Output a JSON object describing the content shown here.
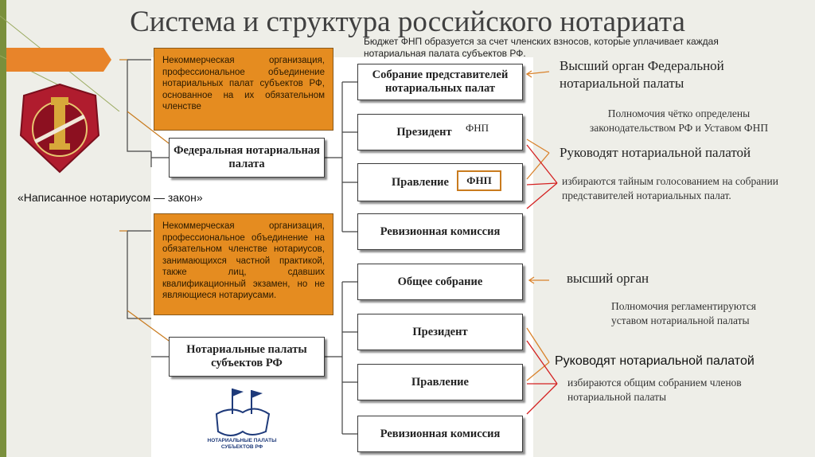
{
  "title": "Система и структура российского нотариата",
  "budget_note": "Бюджет ФНП образуется за счет членских взносов, которые уплачивает каждая нотариальная палата субъектов РФ.",
  "quote": "«Написанное нотариусом — закон»",
  "orange_boxes": [
    "Некоммерческая организация, профессиональное объединение нотариальных палат субъектов РФ, основанное на их обязательном членстве",
    "Некоммерческая организация, профессиональное объединение на обязательном членстве нотариусов, занимающихся частной практикой, также лиц, сдавших квалификационный экзамен, но не являющиеся нотариусами."
  ],
  "main_boxes": {
    "fnp": "Федеральная нотариальная палата",
    "np": "Нотариальные палаты субъектов РФ"
  },
  "fnp_bodies": [
    "Собрание представителей нотариальных палат",
    "Президент",
    "Правление",
    "Ревизионная комиссия"
  ],
  "np_bodies": [
    "Общее собрание",
    "Президент",
    "Правление",
    "Ревизионная комиссия"
  ],
  "fnp_tag": "ФНП",
  "annotations": {
    "supreme_fnp": "Высший орган Федеральной нотариальной палаты",
    "powers_fnp": "Полномочия чётко определены законодательством РФ и Уставом ФНП",
    "lead_fnp": "Руководят нотариальной палатой",
    "elected_fnp": "избираются тайным голосованием на собрании представителей нотариальных палат.",
    "supreme_np": "высший орган",
    "powers_np": "Полномочия регламентируются уставом нотариальной палаты",
    "lead_np": "Руководят нотариальной палатой",
    "elected_np": "избираются общим собранием членов нотариальной палаты"
  },
  "logo_text": "НОТАРИАЛЬНЫЕ ПАЛАТЫ СУБЪЕКТОВ РФ",
  "colors": {
    "accent_green": "#7a8f3c",
    "orange": "#e58c20",
    "arrow_red": "#d42020",
    "arrow_orange": "#d9822b"
  },
  "icons": [
    "notary-emblem-icon",
    "notary-chambers-logo-icon"
  ]
}
